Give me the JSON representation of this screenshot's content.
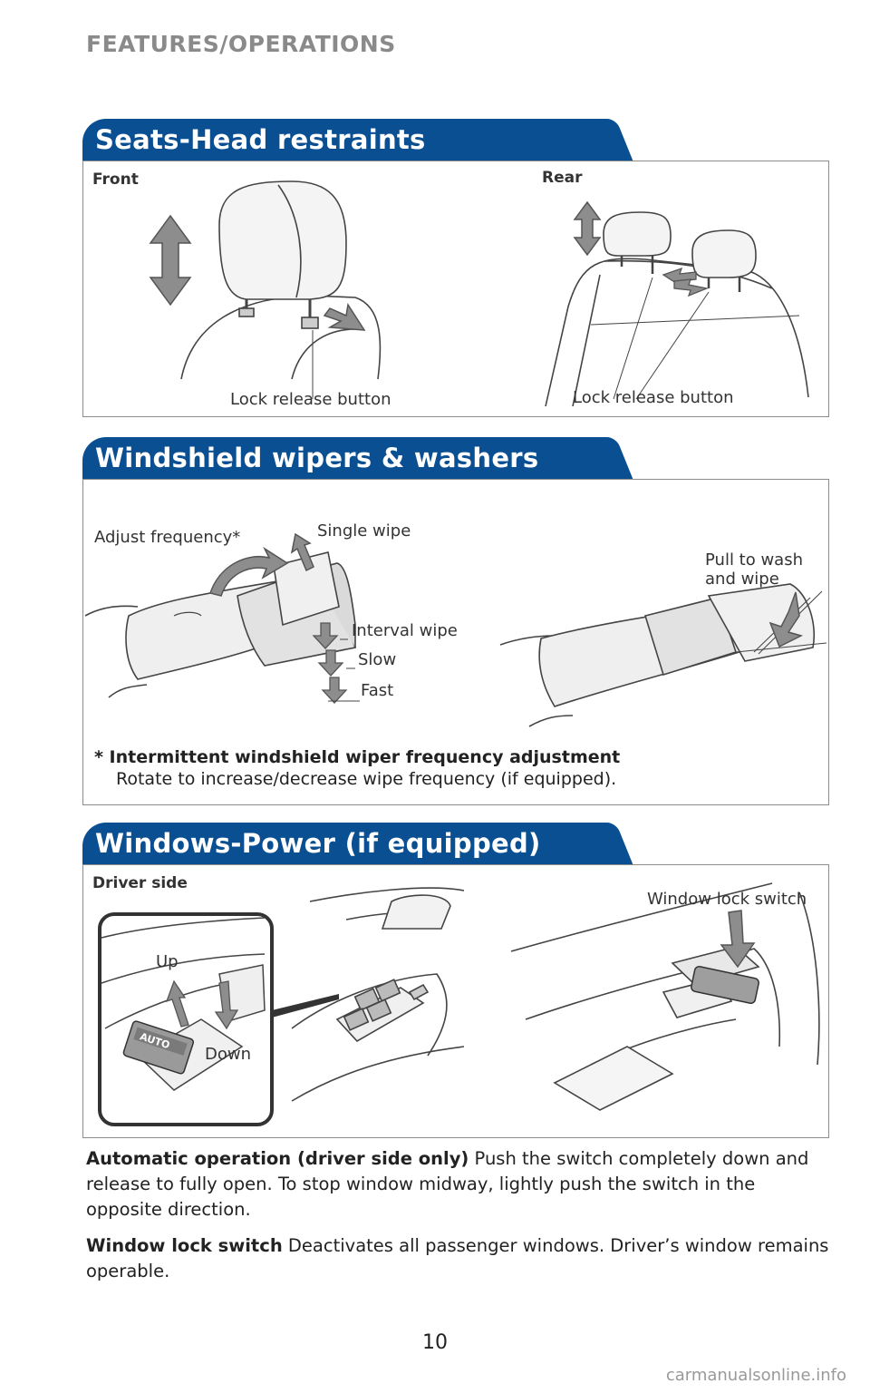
{
  "header": "FEATURES/OPERATIONS",
  "sections": {
    "seats": {
      "title": "Seats-Head restraints",
      "front_label": "Front",
      "rear_label": "Rear",
      "front_callout": "Lock release button",
      "rear_callout": "Lock release button"
    },
    "wipers": {
      "title": "Windshield wipers & washers",
      "adjust_frequency": "Adjust frequency*",
      "single_wipe": "Single wipe",
      "interval_wipe": "Interval wipe",
      "slow": "Slow",
      "fast": "Fast",
      "pull_to_wash": "Pull to wash\nand wipe",
      "footnote_title": "* Intermittent windshield wiper frequency adjustment",
      "footnote_body": "Rotate to increase/decrease wipe frequency (if equipped)."
    },
    "windows": {
      "title": "Windows-Power (if equipped)",
      "driver_side": "Driver side",
      "window_lock_switch": "Window lock switch",
      "up": "Up",
      "down": "Down",
      "auto_badge": "AUTO"
    }
  },
  "body": {
    "auto_op_title": "Automatic operation (driver side only)",
    "auto_op_text": " Push the switch completely down and release to fully open. To stop window midway, lightly push the switch in the opposite direction.",
    "lock_title": "Window lock switch",
    "lock_text": " Deactivates all passenger windows. Driver’s window remains operable."
  },
  "page_number": "10",
  "watermark": "carmanualsonline.info"
}
